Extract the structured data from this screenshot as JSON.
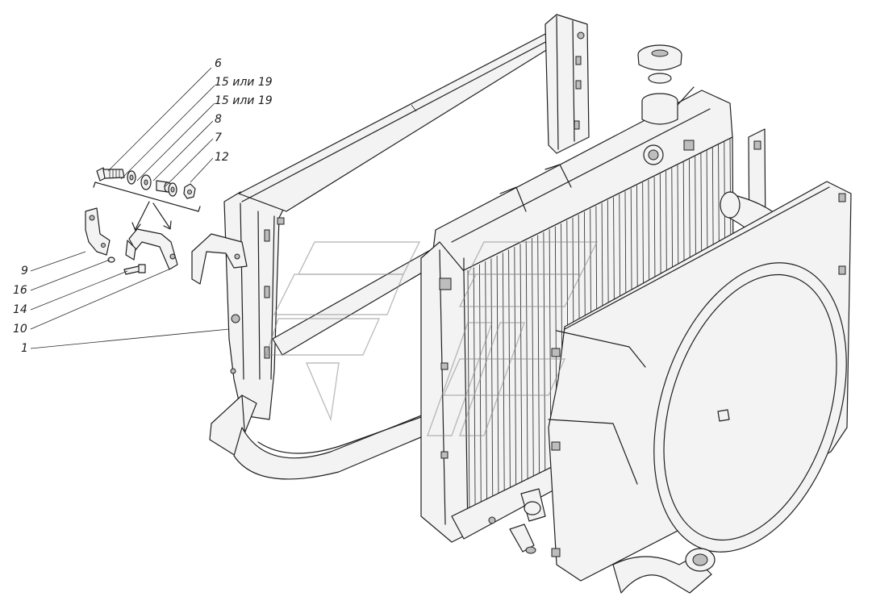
{
  "callouts": {
    "c6": "6",
    "c15a": "15 или 19",
    "c15b": "15 или 19",
    "c8": "8",
    "c7": "7",
    "c12": "12",
    "c9": "9",
    "c16": "16",
    "c14": "14",
    "c10": "10",
    "c1": "1"
  }
}
